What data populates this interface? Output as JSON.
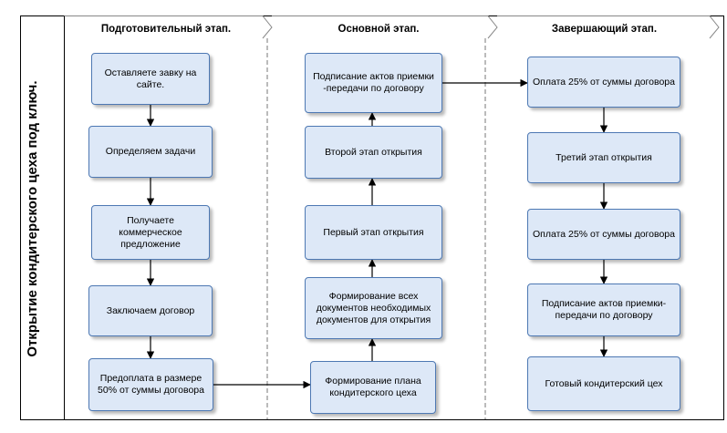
{
  "side_title": "Открытие кондитерского цеха под ключ.",
  "lanes": [
    {
      "title": "Подготовительный этап.",
      "steps": [
        "Оставляете завку на сайте.",
        "Определяем задачи",
        "Получаете коммерческое предложение",
        "Заключаем договор",
        "Предоплата в размере 50% от суммы договора"
      ]
    },
    {
      "title": "Основной этап.",
      "steps": [
        "Подписание актов приемки -передачи по договору",
        "Второй этап открытия",
        "Первый этап открытия",
        "Формирование всех документов необходимых документов для открытия",
        "Формирование плана кондитерского цеха"
      ]
    },
    {
      "title": "Завершающий этап.",
      "steps": [
        "Оплата 25% от суммы договора",
        "Третий этап открытия",
        "Оплата 25% от суммы договора",
        "Подписание актов приемки-передачи по договору",
        "Готовый кондитерский цех"
      ]
    }
  ],
  "colors": {
    "box_fill": "#dde8f7",
    "box_border": "#4d78b3",
    "line": "#000000",
    "lane_divider": "#777777"
  }
}
